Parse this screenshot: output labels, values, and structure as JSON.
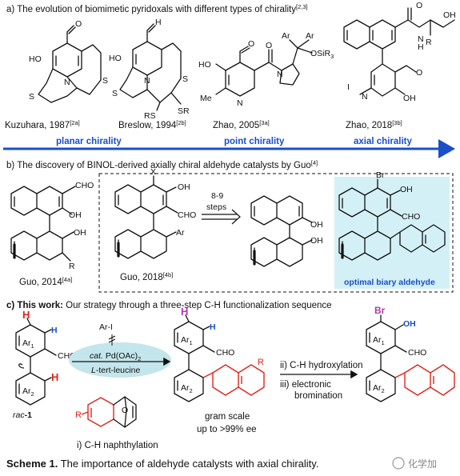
{
  "section_a": {
    "heading": "a) The evolution of biomimetic pyridoxals with different types of chirality",
    "heading_ref": "[2,3]",
    "credits": [
      {
        "name": "Kuzuhara, 1987",
        "ref": "[2a]"
      },
      {
        "name": "Breslow, 1994",
        "ref": "[2b]"
      },
      {
        "name": "Zhao, 2005",
        "ref": "[3a]"
      },
      {
        "name": "Zhao, 2018",
        "ref": "[3b]"
      }
    ],
    "axis_labels": [
      "planar chirality",
      "point chirality",
      "axial chirality"
    ],
    "atom_labels": {
      "ho": "HO",
      "oh": "OH",
      "s": "S",
      "n": "N",
      "h": "H",
      "o": "O",
      "rs": "RS",
      "sr": "SR",
      "me": "Me",
      "ar": "Ar",
      "osir3": "OSiR",
      "osir3_sub": "3",
      "r": "R",
      "i_minus": "I",
      "n_plus": "N",
      "nh": "H"
    }
  },
  "section_b": {
    "heading": "b) The discovery of BINOL-derived axially chiral aldehyde catalysts by Guo",
    "heading_ref": "[4]",
    "credits": [
      {
        "name": "Guo, 2014",
        "ref": "[4a]"
      },
      {
        "name": "Guo, 2018",
        "ref": "[4b]"
      }
    ],
    "arrow_label_1": "8-9",
    "arrow_label_2": "steps",
    "highlight_caption": "optimal biary aldehyde",
    "atom_labels": {
      "cho": "CHO",
      "oh": "OH",
      "r": "R",
      "x": "X",
      "ar": "Ar",
      "br": "Br"
    }
  },
  "section_c": {
    "heading_bold": "c) This work:",
    "heading_rest": " Our strategy through a three-step C-H functionalization sequence",
    "reagent": "Ar-I",
    "catalyst_prefix": "cat.",
    "catalyst": "Pd(OAc)",
    "catalyst_sub": "2",
    "ligand_prefix": "L",
    "ligand": "-tert-leucine",
    "step_1": "i) C-H naphthylation",
    "step_2": "ii) C-H hydroxylation",
    "step_3a": "iii) electronic",
    "step_3b": "bromination",
    "scale_1": "gram scale",
    "scale_2": "up to >99% ee",
    "rac_prefix": "rac",
    "rac_num": "-1",
    "atom_labels": {
      "h": "H",
      "cho": "CHO",
      "ar1": "Ar",
      "ar1_sub": "1",
      "ar2": "Ar",
      "ar2_sub": "2",
      "r": "R",
      "o": "O",
      "br": "Br",
      "oh": "OH"
    }
  },
  "caption": {
    "title": "Scheme 1.",
    "text": " The importance of aldehyde catalysts with axial chirality.",
    "watermark": "化学加"
  },
  "colors": {
    "axis_blue": "#1a4fc8",
    "highlight_bg": "#d3f0f6",
    "red": "#e0231c",
    "purple": "#b03aa8",
    "catalyst_ellipse": "#c3e6ec"
  }
}
